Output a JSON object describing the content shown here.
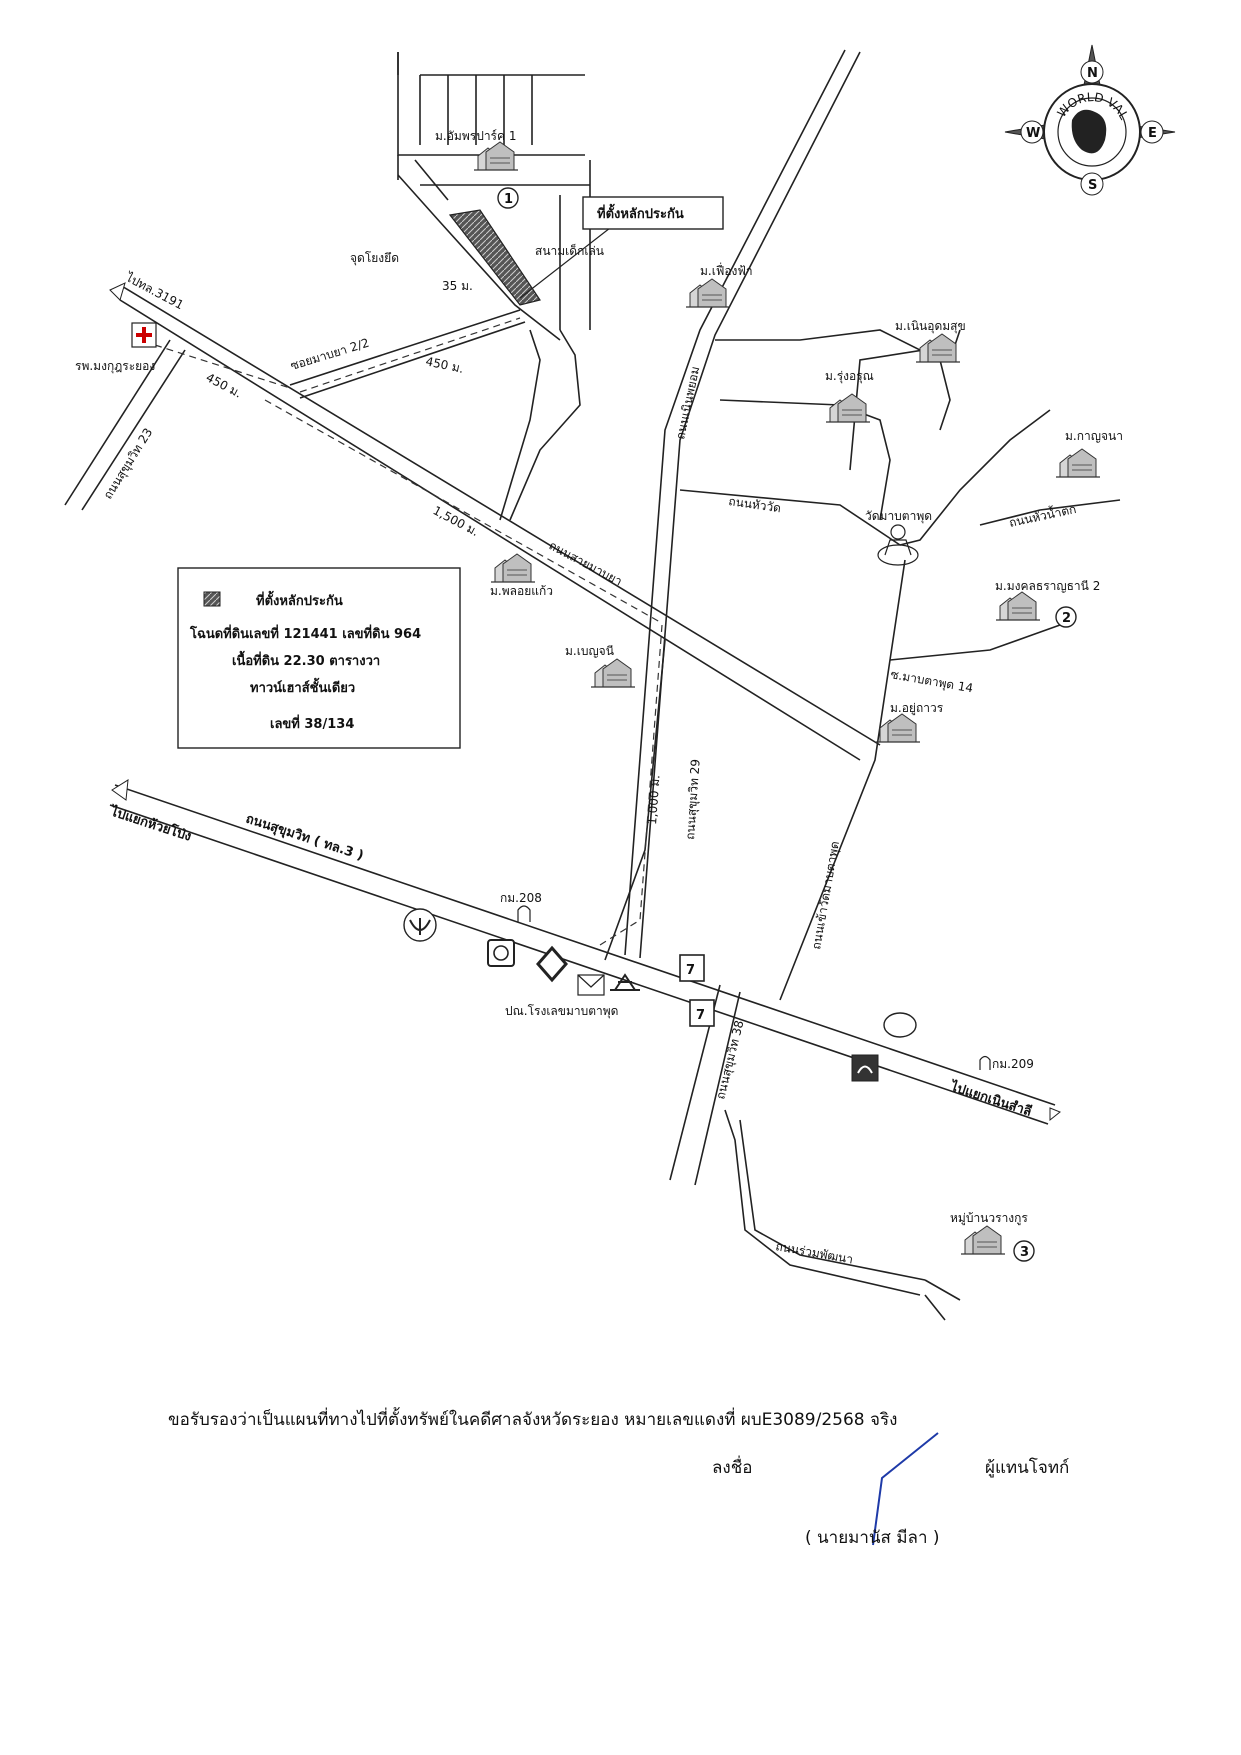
{
  "map": {
    "collateral_label": "ที่ตั้งหลักประกัน",
    "roads": {
      "road_3191": "ไปทล.3191",
      "soi_mabya": "ซอยมาบยา 2/2",
      "sukhumvit_23": "ถนนสุขุมวิท 23",
      "sai_mabya": "ถนนสายมาบยา",
      "nern_phayom": "ถนนเนินพยอม",
      "hua_wat": "ถนนหัววัด",
      "hua_nam_tok": "ถนนหัวน้ำตก",
      "soi_maptaphut_14": "ซ.มาบตาพุด 14",
      "sukhumvit_29": "ถนนสุขุมวิท 29",
      "wat_maptaphut_rd": "ถนนเข้าวัดมาบตาพุด",
      "sukhumvit_3": "ถนนสุขุมวิท ( ทล.3 )",
      "to_huai_pong": "ไปแยกห้วยโป่ง",
      "to_noen_samli": "ไปแยกเนินสำลี",
      "sukhumvit_38": "ถนนสุขุมวิท 38",
      "ruam_pattana": "ถนนร่วมพัฒนา"
    },
    "places": {
      "ampon_park": "ม.อัมพรปาร์ค 1",
      "meaung_fa": "ม.เฟื่องฟ้า",
      "noen_udom": "ม.เนินอุดมสุข",
      "rung_arun": "ม.รุ่งอรุณ",
      "kanchana": "ม.กาญจนา",
      "wat": "วัดมาบตาพุด",
      "mongkol": "ม.มงคลธราญธานี 2",
      "ploi": "ม.พลอยแก้ว",
      "benchanee": "ม.เบญจนี",
      "yu_thawon": "ม.อยู่ถาวร",
      "hospital": "รพ.มงกุฎระยอง",
      "post": "ปณ.โรงเลขมาบตาพุด",
      "village_3": "หมู่บ้านวรางกูร",
      "judo": "จุดโยงยึด",
      "garden": "สนามเด็กเล่น"
    },
    "distances": {
      "d35": "35 ม.",
      "d450a": "450 ม.",
      "d450b": "450 ม.",
      "d1500": "1,500 ม.",
      "d1000": "1,000 ม."
    },
    "km": {
      "km208": "กม.208",
      "km209": "กม.209"
    },
    "markers": {
      "m1": "1",
      "m2": "2",
      "m3": "3"
    },
    "legend": {
      "title": "ที่ตั้งหลักประกัน",
      "line1": "โฉนดที่ดินเลขที่ 121441 เลขที่ดิน 964",
      "line2": "เนื้อที่ดิน 22.30 ตารางวา",
      "line3": "ทาวน์เฮาส์ชั้นเดียว",
      "line4": "เลขที่ 38/134"
    },
    "compass": {
      "n": "N",
      "s": "S",
      "e": "E",
      "w": "W",
      "brand": "WORLD VALUATION"
    }
  },
  "certification": {
    "statement": "ขอรับรองว่าเป็นแผนที่ทางไปที่ตั้งทรัพย์ในคดีศาลจังหวัดระยอง หมายเลขแดงที่ ผบE3089/2568 จริง",
    "sign_label": "ลงชื่อ",
    "role": "ผู้แทนโจทก์",
    "name": "( นายมานัส มีลา )"
  },
  "colors": {
    "signature": "#1e3aa8"
  }
}
